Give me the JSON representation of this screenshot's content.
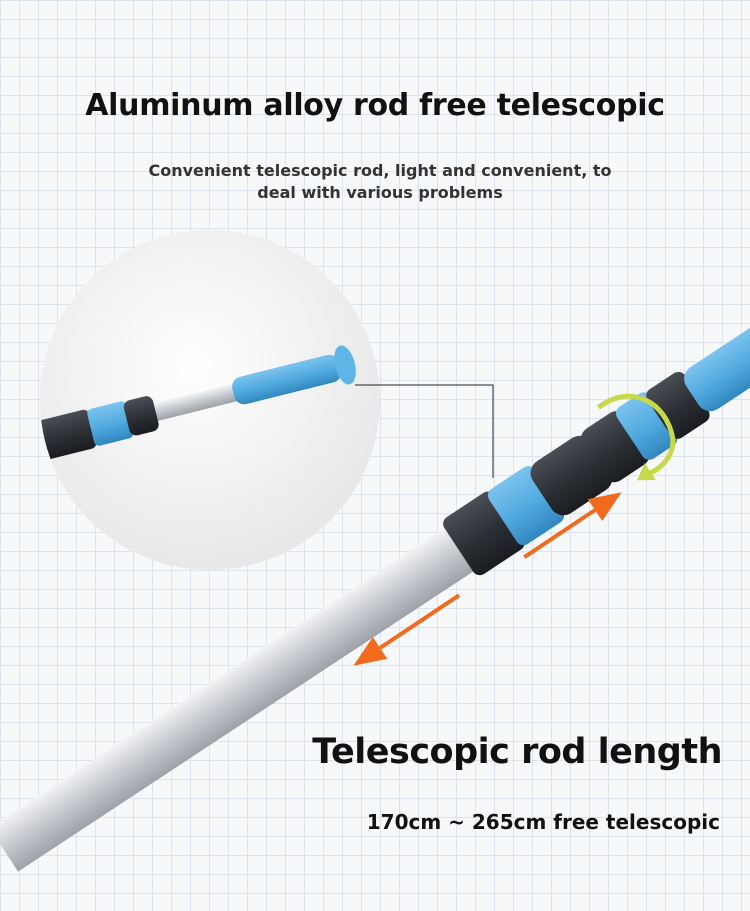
{
  "header": {
    "title": "Aluminum alloy rod free telescopic",
    "subtitle_line1": "Convenient telescopic rod, light and convenient, to",
    "subtitle_line2": "deal with various problems"
  },
  "footer": {
    "heading": "Telescopic rod length",
    "spec": "170cm ~ 265cm free telescopic"
  },
  "colors": {
    "grip_blue": "#4fa9de",
    "band_black": "#2b2e33",
    "arrow_orange": "#f26a1b",
    "rotate_arrow": "#c7d94a"
  }
}
